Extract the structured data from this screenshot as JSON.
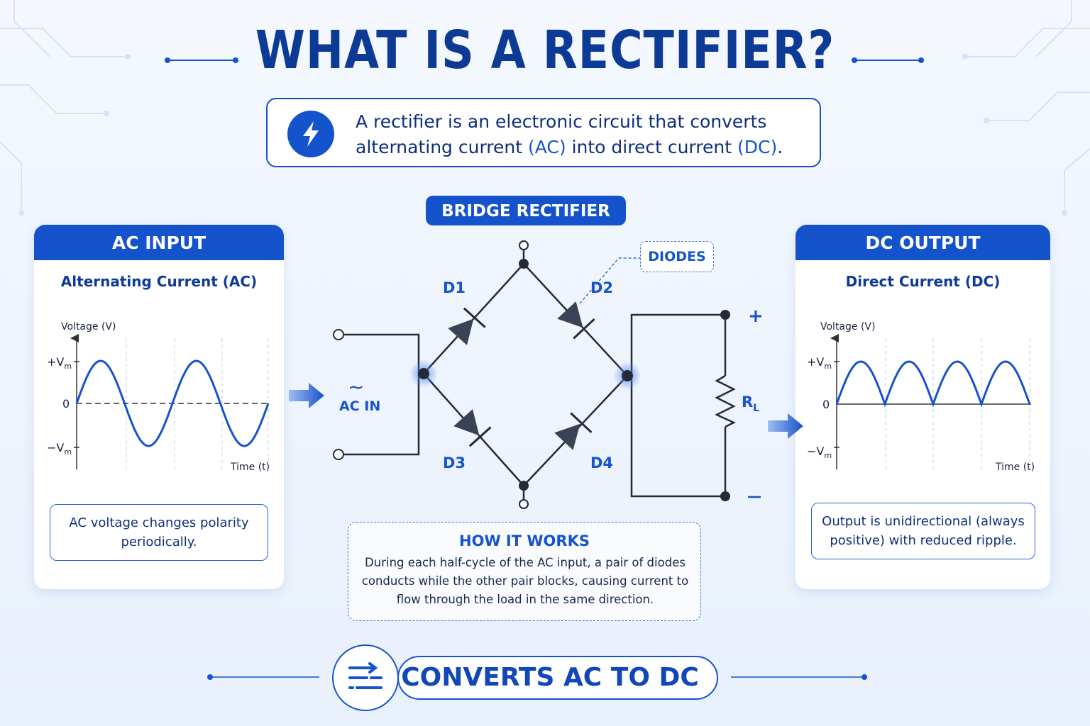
{
  "title": "WHAT IS A RECTIFIER?",
  "definition": {
    "line1": "A rectifier is an electronic circuit that converts",
    "line2_pre": "alternating current ",
    "line2_ac": "(AC)",
    "line2_mid": " into direct current ",
    "line2_dc": "(DC)",
    "line2_end": "."
  },
  "bridge_label": "BRIDGE RECTIFIER",
  "diodes_label": "DIODES",
  "diode_names": [
    "D1",
    "D2",
    "D3",
    "D4"
  ],
  "ac_in_symbol": "~",
  "ac_in_label": "AC IN",
  "load_label": "R",
  "load_subscript": "L",
  "plus_sign": "+",
  "minus_sign": "−",
  "ac_panel": {
    "header": "AC INPUT",
    "subtitle": "Alternating Current (AC)",
    "ylabel": "Voltage (V)",
    "xlabel": "Time (t)",
    "ticks": {
      "plus": "+V",
      "zero": "0",
      "minus": "−V",
      "sub": "m"
    },
    "note": "AC voltage changes polarity periodically."
  },
  "dc_panel": {
    "header": "DC OUTPUT",
    "subtitle": "Direct Current (DC)",
    "ylabel": "Voltage (V)",
    "xlabel": "Time (t)",
    "ticks": {
      "plus": "+V",
      "zero": "0",
      "minus": "−V",
      "sub": "m"
    },
    "note": "Output is unidirectional (always positive) with reduced ripple."
  },
  "how_it_works": {
    "title": "HOW IT WORKS",
    "text": "During each half-cycle of the AC input, a pair of diodes conducts while the other pair blocks, causing current to flow through the load in the same direction."
  },
  "bottom_label": "CONVERTS AC TO DC",
  "colors": {
    "primary": "#1553cc",
    "navy": "#0d3a95",
    "diode": "#3a4256"
  }
}
